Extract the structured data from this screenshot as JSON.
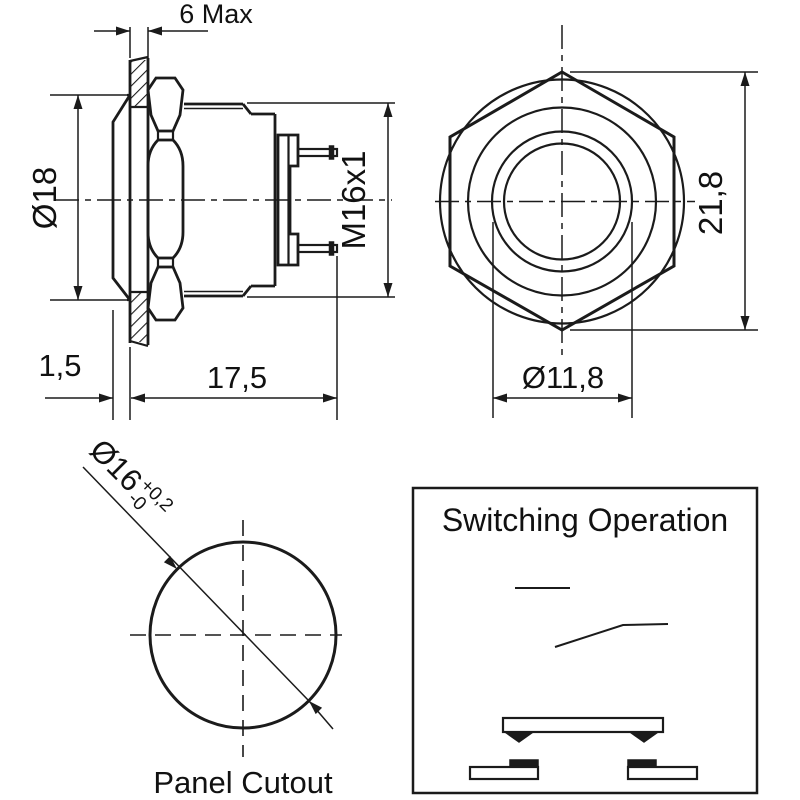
{
  "side_view": {
    "panel_thickness": "6 Max",
    "flange_diameter": "Ø18",
    "thread": "M16x1",
    "bezel_height": "1,5",
    "body_depth": "17,5"
  },
  "front_view": {
    "across_corners": "21,8",
    "actuator_diameter": "Ø11,8"
  },
  "panel_cutout": {
    "diameter": "Ø16",
    "tolerance_plus": "+0,2",
    "tolerance_minus": "-0",
    "caption": "Panel Cutout"
  },
  "switching_operation": {
    "title": "Switching Operation"
  },
  "colors": {
    "line": "#1b1b1b",
    "background": "#ffffff"
  }
}
